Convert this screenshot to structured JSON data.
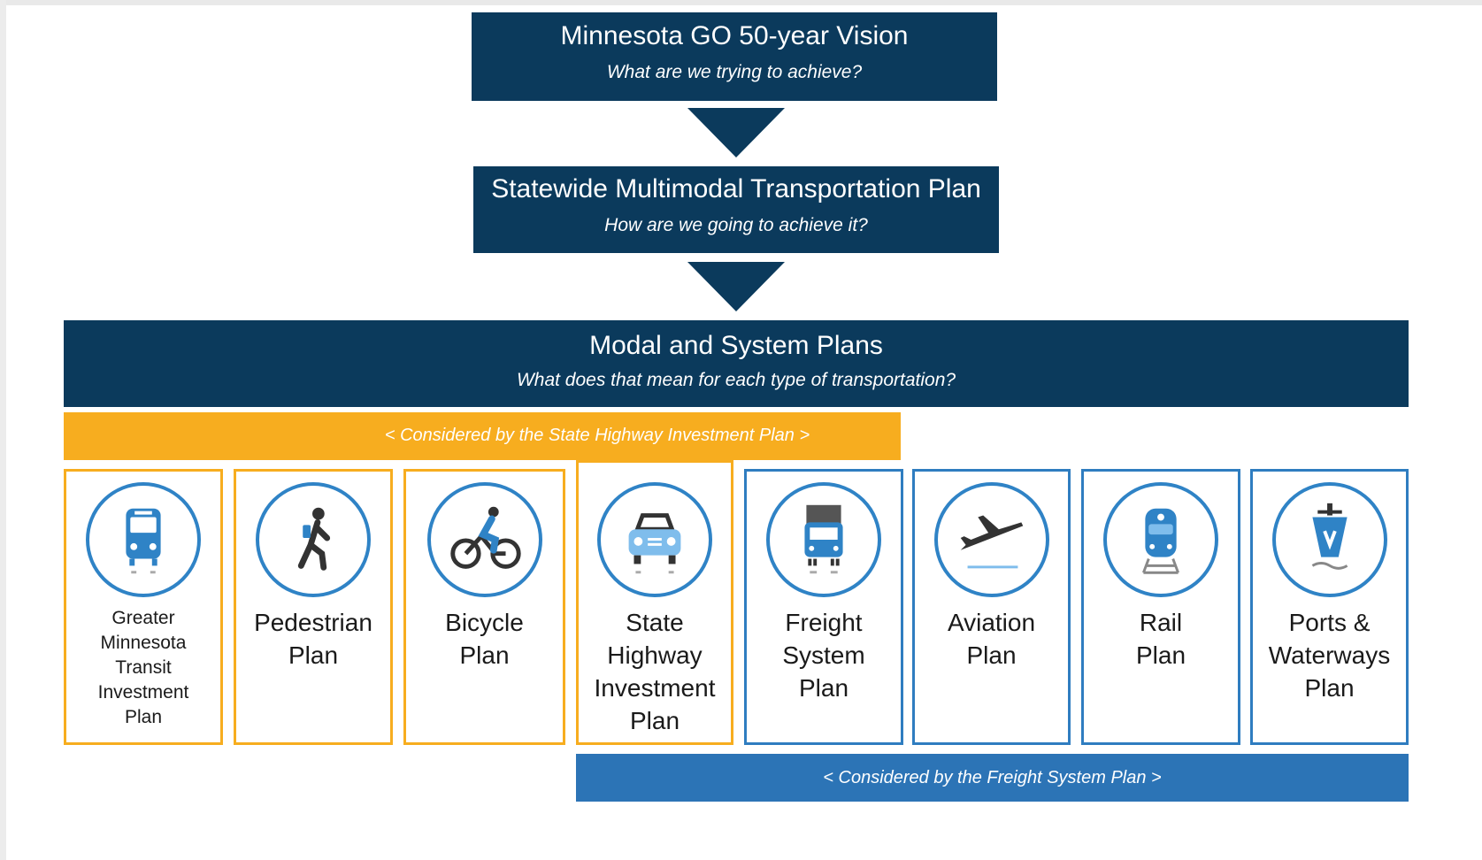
{
  "vision": {
    "title": "Minnesota GO 50-year Vision",
    "question": "What are we trying to achieve?"
  },
  "smtp": {
    "title": "Statewide Multimodal Transportation Plan",
    "question": "How are we going to achieve it?"
  },
  "modal": {
    "title": "Modal and System Plans",
    "question": "What does that mean for each type of transportation?"
  },
  "bands": {
    "highway": "< Considered by the State Highway Investment Plan >",
    "freight": "< Considered by the Freight System Plan >"
  },
  "colors": {
    "navy": "#0b3a5c",
    "gold": "#f7ad1f",
    "blue": "#2c74b6",
    "icon": "#2f83c6"
  },
  "plans": [
    {
      "label_lines": [
        "Greater",
        "Minnesota",
        "Transit",
        "Investment",
        "Plan"
      ],
      "icon": "bus-icon"
    },
    {
      "label_lines": [
        "Pedestrian",
        "Plan"
      ],
      "icon": "pedestrian-icon"
    },
    {
      "label_lines": [
        "Bicycle",
        "Plan"
      ],
      "icon": "bicycle-icon"
    },
    {
      "label_lines": [
        "State",
        "Highway",
        "Investment",
        "Plan"
      ],
      "icon": "car-icon"
    },
    {
      "label_lines": [
        "Freight",
        "System",
        "Plan"
      ],
      "icon": "truck-icon"
    },
    {
      "label_lines": [
        "Aviation",
        "Plan"
      ],
      "icon": "airplane-icon"
    },
    {
      "label_lines": [
        "Rail",
        "Plan"
      ],
      "icon": "train-icon"
    },
    {
      "label_lines": [
        "Ports &",
        "Waterways",
        "Plan"
      ],
      "icon": "ship-icon"
    }
  ]
}
